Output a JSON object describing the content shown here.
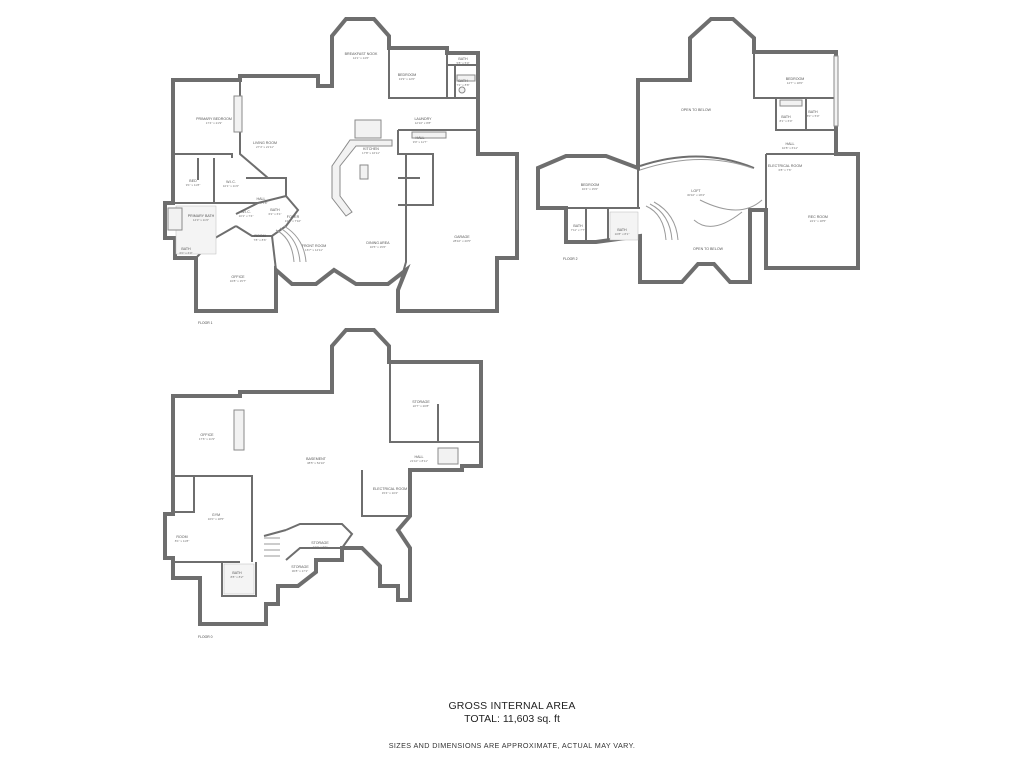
{
  "footer": {
    "gross_internal_area": "GROSS INTERNAL AREA",
    "total": "TOTAL: 11,603 sq. ft",
    "disclaimer": "SIZES AND DIMENSIONS ARE APPROXIMATE, ACTUAL MAY VARY."
  },
  "floor1": {
    "label": "FLOOR 1",
    "rooms": [
      {
        "name": "BREAKFAST NOOK",
        "dims": "14'1\" x 14'6\""
      },
      {
        "name": "BEDROOM",
        "dims": "13'9\" x 12'0\""
      },
      {
        "name": "BATH",
        "dims": "5'8\" x 5'0\""
      },
      {
        "name": "BATH",
        "dims": "7'2\" x 8'8\""
      },
      {
        "name": "PRIMARY BEDROOM",
        "dims": "17'4\" x 21'9\""
      },
      {
        "name": "LIVING ROOM",
        "dims": "27'4\" x 21'11\""
      },
      {
        "name": "KITCHEN",
        "dims": "17'8\" x 16'11\""
      },
      {
        "name": "LAUNDRY",
        "dims": "12'10\" x 8'8\""
      },
      {
        "name": "HALL",
        "dims": "9'0\" x 11'7\""
      },
      {
        "name": "BED",
        "dims": "9'1\" x 11'8\""
      },
      {
        "name": "W.I.C.",
        "dims": "10'1\" x 11'6\""
      },
      {
        "name": "HALL",
        "dims": "9'1\" x 5'8\""
      },
      {
        "name": "PRIMARY BATH",
        "dims": "14'3\" x 11'6\""
      },
      {
        "name": "W.I.C.",
        "dims": "10'1\" x 7'4\""
      },
      {
        "name": "BATH",
        "dims": "6'2\" x 6'1\""
      },
      {
        "name": "ROOM",
        "dims": "7'8\" x 8'6\""
      },
      {
        "name": "BATH",
        "dims": "6'0\" x 6'0\""
      },
      {
        "name": "OFFICE",
        "dims": "16'8\" x 15'7\""
      },
      {
        "name": "FOYER",
        "dims": "13'1\" x 7'10\""
      },
      {
        "name": "FRONT ROOM",
        "dims": "16'7\" x 14'11\""
      },
      {
        "name": "DINING AREA",
        "dims": "16'5\" x 15'6\""
      },
      {
        "name": "GARAGE",
        "dims": "28'10\" x 40'5\""
      }
    ]
  },
  "floor2": {
    "label": "FLOOR 2",
    "rooms": [
      {
        "name": "OPEN TO BELOW",
        "dims": ""
      },
      {
        "name": "BEDROOM",
        "dims": "14'7\" x 18'0\""
      },
      {
        "name": "BATH",
        "dims": "8'0\" x 5'0\""
      },
      {
        "name": "BATH",
        "dims": "8'1\" x 6'0\""
      },
      {
        "name": "HALL",
        "dims": "10'8\" x 6'11\""
      },
      {
        "name": "ELECTRICAL ROOM",
        "dims": "6'8\" x 7'6\""
      },
      {
        "name": "BEDROOM",
        "dims": "16'4\" x 15'0\""
      },
      {
        "name": "LOFT",
        "dims": "30'10\" x 18'4\""
      },
      {
        "name": "BATH",
        "dims": "7'11\" x 7'7\""
      },
      {
        "name": "BATH",
        "dims": "10'8\" x 8'1\""
      },
      {
        "name": "REC ROOM",
        "dims": "24'1\" x 18'5\""
      },
      {
        "name": "OPEN TO BELOW",
        "dims": ""
      }
    ]
  },
  "floor0": {
    "label": "FLOOR 0",
    "rooms": [
      {
        "name": "STORAGE",
        "dims": "22'7\" x 20'8\""
      },
      {
        "name": "OFFICE",
        "dims": "17'6\" x 11'9\""
      },
      {
        "name": "BASEMENT",
        "dims": "38'5\" x 54'10\""
      },
      {
        "name": "HALL",
        "dims": "21'10\" x 8'11\""
      },
      {
        "name": "ELECTRICAL ROOM",
        "dims": "15'4\" x 10'2\""
      },
      {
        "name": "GYM",
        "dims": "16'0\" x 18'5\""
      },
      {
        "name": "ROOM",
        "dims": "8'1\" x 11'8\""
      },
      {
        "name": "STORAGE",
        "dims": "12'1\" x 7'2\""
      },
      {
        "name": "STORAGE",
        "dims": "30'8\" x 17'1\""
      },
      {
        "name": "BATH",
        "dims": "8'8\" x 8'2\""
      }
    ]
  }
}
